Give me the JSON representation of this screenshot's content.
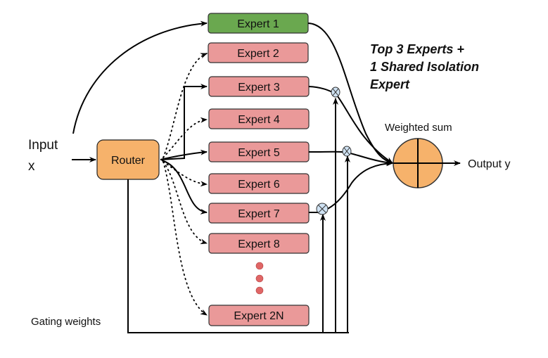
{
  "diagram": {
    "title_lines": [
      "Top 3 Experts +",
      "1 Shared Isolation",
      "Expert"
    ],
    "input_label_lines": [
      "Input",
      "x"
    ],
    "router_label": "Router",
    "weighted_sum_label": "Weighted sum",
    "output_label": "Output y",
    "gating_label": "Gating weights",
    "colors": {
      "shared_expert": "#6aa84f",
      "routed_expert": "#ea9999",
      "router": "#f6b26b",
      "sum_node": "#f6b26b",
      "multiply_node": "#cfe2f3",
      "ellipsis_dots": "#e06666"
    },
    "experts": [
      {
        "label": "Expert 1",
        "type": "shared",
        "selected": true
      },
      {
        "label": "Expert 2",
        "type": "routed",
        "selected": false
      },
      {
        "label": "Expert 3",
        "type": "routed",
        "selected": true
      },
      {
        "label": "Expert 4",
        "type": "routed",
        "selected": false
      },
      {
        "label": "Expert 5",
        "type": "routed",
        "selected": true
      },
      {
        "label": "Expert 6",
        "type": "routed",
        "selected": false
      },
      {
        "label": "Expert 7",
        "type": "routed",
        "selected": true
      },
      {
        "label": "Expert 8",
        "type": "routed",
        "selected": false
      },
      {
        "label": "Expert 2N",
        "type": "routed",
        "selected": false
      }
    ],
    "ellipsis": "…"
  }
}
